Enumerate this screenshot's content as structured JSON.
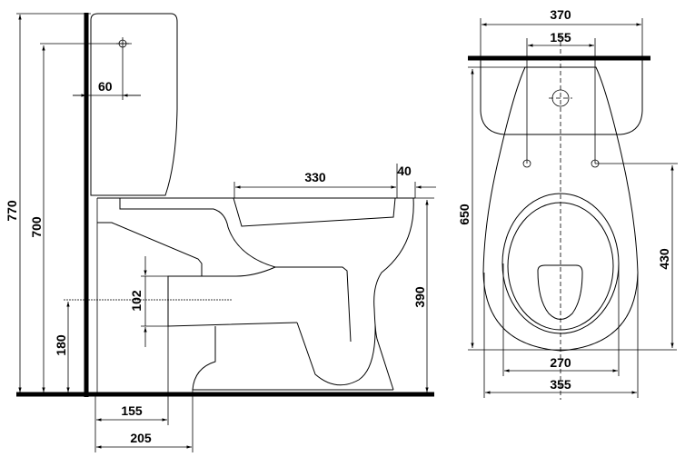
{
  "side_view": {
    "dim_total_height": "770",
    "dim_flush_hole_height": "700",
    "dim_flush_hole_offset": "60",
    "dim_seat_length": "330",
    "dim_rim_overhang": "40",
    "dim_outlet_height": "180",
    "dim_outlet_diameter": "102",
    "dim_bowl_height": "390",
    "dim_outlet_depth_min": "155",
    "dim_outlet_depth_max": "205"
  },
  "front_view": {
    "dim_tank_width": "370",
    "dim_hole_spacing": "155",
    "dim_total_depth": "650",
    "dim_fixing_depth": "430",
    "dim_base_width": "270",
    "dim_bowl_width": "355"
  }
}
